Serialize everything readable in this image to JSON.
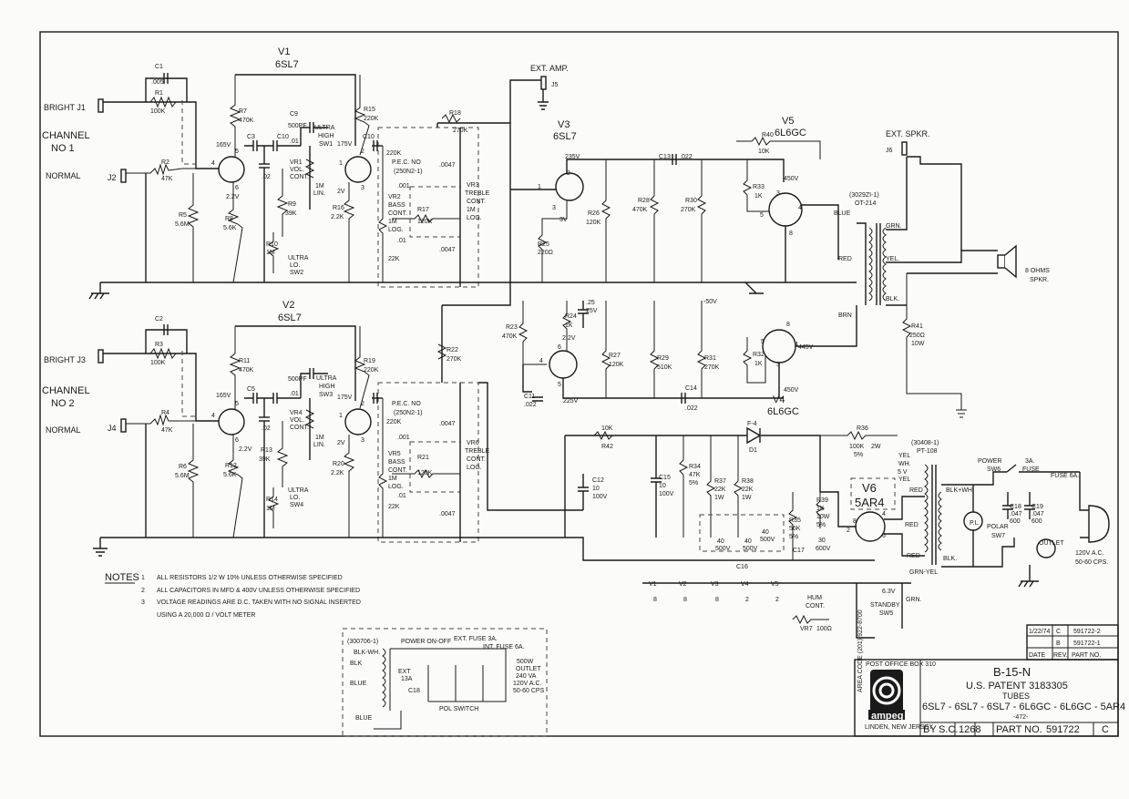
{
  "header": {
    "v1": "V1",
    "v1_type": "6SL7",
    "v2": "V2",
    "v2_type": "6SL7",
    "v3": "V3",
    "v3_type": "6SL7",
    "v5": "V5",
    "v5_type": "6L6GC",
    "v4": "V4",
    "v4_type": "6L6GC",
    "v6": "V6",
    "v6_type": "5AR4"
  },
  "inputs": {
    "bright_j1": "BRIGHT J1",
    "channel_1": "CHANNEL",
    "channel_1b": "NO 1",
    "normal_1": "NORMAL",
    "j2": "J2",
    "bright_j3": "BRIGHT J3",
    "channel_2": "CHANNEL",
    "channel_2b": "NO 2",
    "normal_2": "NORMAL",
    "j4": "J4"
  },
  "components": {
    "c1": "C1",
    "c1v": ".005",
    "r1": "R1",
    "r1v": "100K",
    "c2": "C2",
    "r3": "R3",
    "r3v": "100K",
    "r2": "R2",
    "r2v": "47K",
    "r4": "R4",
    "r4v": "47K",
    "r5": "R5",
    "r5v": "5.6M",
    "r6": "R6",
    "r6v": "5.6M",
    "r7": "R7",
    "r7v": "470K",
    "r8": "R8",
    "r8v": "5.6K",
    "r11": "R11",
    "r11v": "470K",
    "r12": "R12",
    "r12v": "5.6K",
    "c9": "C9",
    "c9v": "500PF",
    "ultra_high": "ULTRA",
    "ultra_high2": "HIGH",
    "sw1": "SW1",
    "ultra_high_2": "ULTRA",
    "ultra_high2_2": "HIGH",
    "sw3": "SW3",
    "c7v": "500PF",
    "vr1": "VR1",
    "vol": "VOL.",
    "cont": "CONT.",
    "im": "1M",
    "lin": "LIN.",
    "vr4": "VR4",
    "r9": "R9",
    "r9v": "39K",
    "r13": "R13",
    "r13v": "39K",
    "r10": "R10",
    "r10v": "1M",
    "r14": "R14",
    "r14v": "1M",
    "ultra_lo": "ULTRA",
    "lo": "LO.",
    "sw2": "SW2",
    "sw4": "SW4",
    "c4v": ".02",
    "c6v": ".02",
    "r15": "R15",
    "r15v": "220K",
    "r16": "R16",
    "r16v": "2.2K",
    "r19": "R19",
    "r19v": "220K",
    "r20": "R20",
    "r20v": "2.2K",
    "pec": "P.E.C. NO",
    "pec_no": "(250N2-1)",
    "r220k": "220K",
    "r22k": "22K",
    "vr2": "VR2",
    "bass": "BASS",
    "vr5": "VR5",
    "log": "LOG.",
    "vr3": "VR3",
    "treble": "TREBLE",
    "vr6": "VR6",
    "r17": "R17",
    "r17v": "120K",
    "r21": "R21",
    "r21v": "120K",
    "c001": ".001",
    "c01": ".01",
    "c0047": ".0047",
    "r18": "R18",
    "r18v": "270K",
    "r22": "R22",
    "r22v": "270K",
    "v165": "165V",
    "v175": "175V",
    "v22": "2.2V",
    "v2v": "2V",
    "ext_amp": "EXT. AMP.",
    "j5": "J5",
    "v235": "235V",
    "v3v": "3V",
    "r25": "R25",
    "r25v": "220Ω",
    "r26": "R26",
    "r26v": "120K",
    "r28": "R28",
    "r28v": "470K",
    "r30": "R30",
    "r30v": "270K",
    "c13": "C13",
    "c13v": ".022",
    "r40": "R40",
    "r40v": "10K",
    "r33": "R33",
    "r33v": "1K",
    "v450": "450V",
    "v450b": "450V",
    "v445": "445V",
    "ext_spkr": "EXT. SPKR.",
    "j6": "J6",
    "ot": "OT-214",
    "ot_no": "(3029ZI-1)",
    "blue": "BLUE",
    "red": "RED",
    "brn": "BRN",
    "grn": "GRN.",
    "yel": "YEL.",
    "blk": "BLK.",
    "ohms": "8 OHMS",
    "spkr": "SPKR.",
    "r41": "R41",
    "r41v": "250Ω",
    "r41w": "10W",
    "r23": "R23",
    "r23v": "470K",
    "r24": "R24",
    "r24v": "1K",
    "c25": ".25",
    "c25v": "25V",
    "r27": "R27",
    "r27v": "120K",
    "r29": "R29",
    "r29v": "510K",
    "r31": "R31",
    "r31v": "270K",
    "r32": "R32",
    "r32v": "1K",
    "v50": "-50V",
    "v225": "225V",
    "c11": "C11",
    "c11v": ".022",
    "c14": "C14",
    "c14v": ".022",
    "r10k": "10K",
    "r42": "R42",
    "f4": "F-4",
    "d1": "D1",
    "r36": "R36",
    "r36v": "100K",
    "r36w": "2W",
    "r36t": "5%",
    "pt": "PT-108",
    "pt_no": "(30408-1)",
    "yel_wh": "YEL",
    "wh": "WH.",
    "v5v": "5 V",
    "c12": "C12",
    "c12v": "10",
    "c12vv": "100V",
    "c15": "C15",
    "c15v": "10",
    "c15vv": "100V",
    "r34": "R34",
    "r34v": "47K",
    "r34t": "5%",
    "r37": "R37",
    "r37v": "22K",
    "r37w": "1W",
    "r38": "R38",
    "r38v": "22K",
    "r38w": "1W",
    "c40": "40",
    "c500v": "500V",
    "r35": "R35",
    "r35v": "56K",
    "r35t": "5%",
    "r39": "R39",
    "r39v": "1K",
    "r39w": "10W",
    "r39t": "5%",
    "c17": "C17",
    "c17v": "30",
    "c17vv": "600V",
    "power": "POWER",
    "sw6": "SW6",
    "fuse3": "3A.",
    "fuse_lbl": "FUSE",
    "fuse6": "FUSE 6A.",
    "blk_wh": "BLK+WH.",
    "pl": "P.L",
    "polar": "POLAR",
    "sw7": "SW7",
    "c18": "C18",
    "c18v": ".047",
    "c18vv": "600",
    "c19": "C19",
    "c19v": ".047",
    "c19vv": "600",
    "outlet": "OUTLET",
    "ac": "120V A.C.",
    "cps": "50-60 CPS.",
    "c16": "C16",
    "v63": "6.3V",
    "standby": "STANDBY",
    "sw5": "SW5",
    "hum": "HUM",
    "hum_cont": "CONT.",
    "vr7": "VR7",
    "vr7v": "100Ω",
    "grn_yel": "GRN-YEL"
  },
  "heater_pins": [
    {
      "tube": "V1",
      "pin": "8"
    },
    {
      "tube": "V2",
      "pin": "8"
    },
    {
      "tube": "V3",
      "pin": "8"
    },
    {
      "tube": "V4",
      "pin": "2"
    },
    {
      "tube": "V5",
      "pin": "2"
    }
  ],
  "notes": {
    "heading": "NOTES",
    "items": [
      {
        "n": "1",
        "text": "ALL RESISTORS 1/2 W 10% UNLESS OTHERWISE SPECIFIED"
      },
      {
        "n": "2",
        "text": "ALL CAPACITORS IN MFD & 400V UNLESS OTHERWISE SPECIFIED"
      },
      {
        "n": "3",
        "text": "VOLTAGE READINGS ARE D.C. TAKEN WITH NO SIGNAL INSERTED"
      },
      {
        "n": "",
        "text": "USING A 20,000 Ω / VOLT METER"
      }
    ]
  },
  "inset": {
    "part": "(300706-1)",
    "blk_wh": "BLK-WH.",
    "power_onoff": "POWER ON-OFF",
    "ext_fuse": "EXT. FUSE 3A.",
    "int_fuse": "INT. FUSE 6A.",
    "blk": "BLK",
    "blue": "BLUE",
    "blue2": "BLUE",
    "ext": "EXT",
    "fuse13a": "13A",
    "c18": "C18",
    "pol_switch": "POL SWITCH",
    "outlet1": "500W",
    "outlet2": "OUTLET",
    "outlet3": "240 VA",
    "outlet4": "120V A.C.",
    "outlet5": "50-60 CPS"
  },
  "revision": {
    "rows": [
      {
        "date": "1/22/74",
        "rev": "C",
        "part": "591722-2"
      },
      {
        "date": "",
        "rev": "B",
        "part": "591722-1"
      }
    ],
    "date_h": "DATE",
    "rev_h": "REV.",
    "part_h": "PART NO."
  },
  "title_block": {
    "post_office": "POST OFFICE BOX 310",
    "area_code": "AREA CODE (201) 922-8700",
    "brand": "ampeg",
    "location": "LINDEN, NEW JERSEY",
    "model": "B-15-N",
    "patent": "U.S. PATENT 3183305",
    "tubes_h": "TUBES",
    "tubes": "6SL7 - 6SL7 - 6SL7 - 6L6GC - 6L6GC - 5AR4",
    "sub": "-472-",
    "by": "BY",
    "drawn": "S.C.",
    "date": "1268",
    "part_no_h": "PART NO.",
    "part_no": "591722",
    "rev": "C"
  },
  "colors": {
    "ink": "#1a1a1a",
    "paper": "#fbfbf9"
  },
  "icons": [
    "ampeg-logo",
    "speaker-icon",
    "ground-icon",
    "plug-icon",
    "outlet-icon"
  ]
}
